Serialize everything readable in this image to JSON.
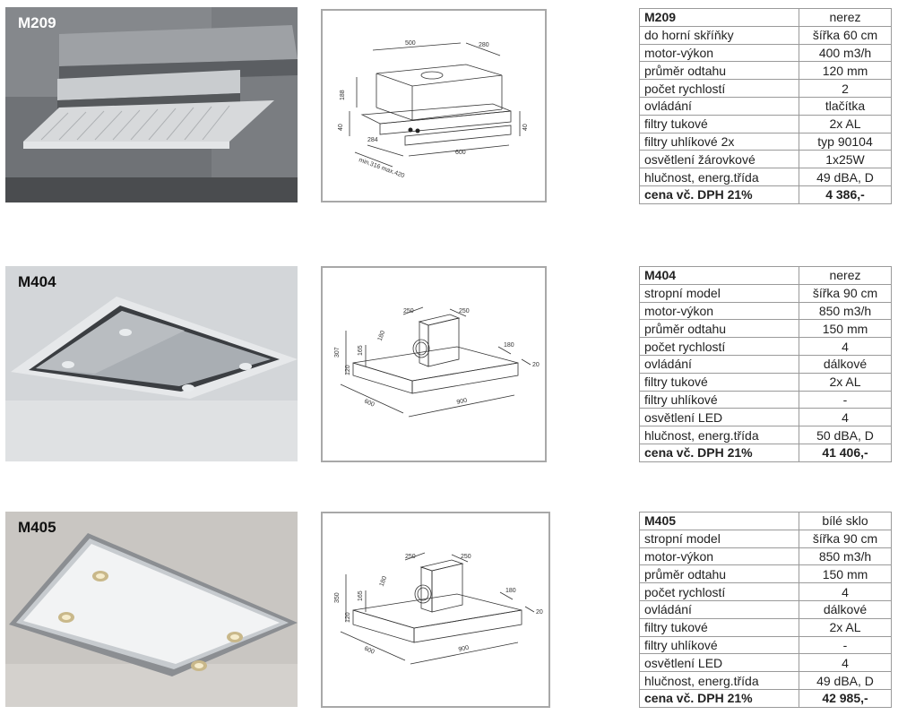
{
  "products": [
    {
      "model": "M209",
      "specs": [
        [
          "M209",
          "nerez"
        ],
        [
          "do horní skříňky",
          "šířka 60 cm"
        ],
        [
          "motor-výkon",
          "400 m3/h"
        ],
        [
          "průměr odtahu",
          "120 mm"
        ],
        [
          "počet rychlostí",
          "2"
        ],
        [
          "ovládání",
          "tlačítka"
        ],
        [
          "filtry tukové",
          "2x AL"
        ],
        [
          "filtry uhlíkové 2x",
          "typ 90104"
        ],
        [
          "osvětlení  žárovkové",
          "1x25W"
        ],
        [
          "hlučnost, energ.třída",
          "49 dBA, D"
        ],
        [
          "cena vč. DPH 21%",
          "4 386,-"
        ]
      ],
      "drawing_dims": [
        "500",
        "280",
        "188",
        "40",
        "284",
        "600",
        "40",
        "min.316 max.420"
      ]
    },
    {
      "model": "M404",
      "specs": [
        [
          "M404",
          "nerez"
        ],
        [
          "stropní model",
          "šířka 90 cm"
        ],
        [
          "motor-výkon",
          "850 m3/h"
        ],
        [
          "průměr odtahu",
          "150 mm"
        ],
        [
          "počet rychlostí",
          "4"
        ],
        [
          "ovládání",
          "dálkové"
        ],
        [
          "filtry tukové",
          "2x AL"
        ],
        [
          "filtry uhlíkové",
          "-"
        ],
        [
          "osvětlení  LED",
          "4"
        ],
        [
          "hlučnost, energ.třída",
          "50 dBA, D"
        ],
        [
          "cena vč. DPH 21%",
          "41 406,-"
        ]
      ],
      "drawing_dims": [
        "250",
        "250",
        "180",
        "307",
        "165",
        "120",
        "180",
        "20",
        "600",
        "900"
      ]
    },
    {
      "model": "M405",
      "specs": [
        [
          "M405",
          "bílé sklo"
        ],
        [
          "stropní model",
          "šířka 90 cm"
        ],
        [
          "motor-výkon",
          "850 m3/h"
        ],
        [
          "průměr odtahu",
          "150 mm"
        ],
        [
          "počet rychlostí",
          "4"
        ],
        [
          "ovládání",
          "dálkové"
        ],
        [
          "filtry tukové",
          "2x AL"
        ],
        [
          "filtry uhlíkové",
          "-"
        ],
        [
          "osvětlení  LED",
          "4"
        ],
        [
          "hlučnost, energ.třída",
          "49 dBA, D"
        ],
        [
          "cena vč. DPH 21%",
          "42 985,-"
        ]
      ],
      "drawing_dims": [
        "250",
        "250",
        "180",
        "350",
        "165",
        "120",
        "180",
        "20",
        "600",
        "900"
      ]
    }
  ],
  "colors": {
    "table_border": "#9a9a9a",
    "drawing_border": "#a8a8a8",
    "steel": "#bfc3c7",
    "ceiling_gray": "#d4d7da",
    "glass_white": "#f4f5f6"
  }
}
